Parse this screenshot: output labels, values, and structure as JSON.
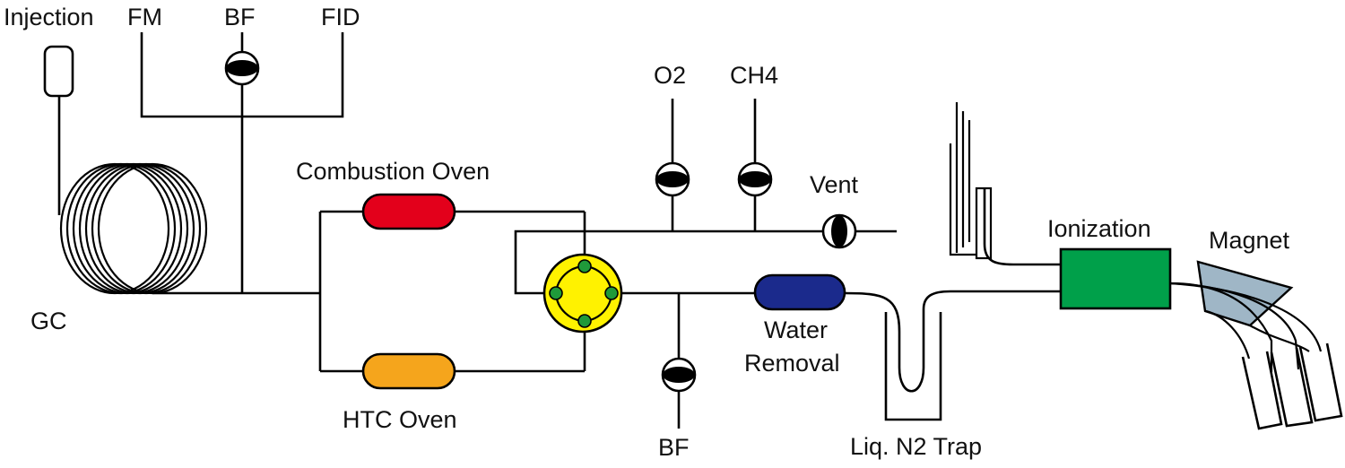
{
  "labels": {
    "injection": "Injection",
    "fm": "FM",
    "bf_top": "BF",
    "fid": "FID",
    "gc": "GC",
    "combustion_oven": "Combustion Oven",
    "htc_oven": "HTC Oven",
    "o2": "O2",
    "ch4": "CH4",
    "vent": "Vent",
    "bf_bottom": "BF",
    "water_line1": "Water",
    "water_line2": "Removal",
    "liq_trap": "Liq. N2 Trap",
    "ionization": "Ionization",
    "magnet": "Magnet"
  },
  "colors": {
    "combustion_oven": "#e3001b",
    "htc_oven": "#f5a51c",
    "water_removal": "#1b2a8c",
    "switch_valve": "#fff200",
    "valve_port": "#1f9a3a",
    "ionization": "#00a04a",
    "magnet": "#9fb6c6",
    "line": "#000000"
  }
}
